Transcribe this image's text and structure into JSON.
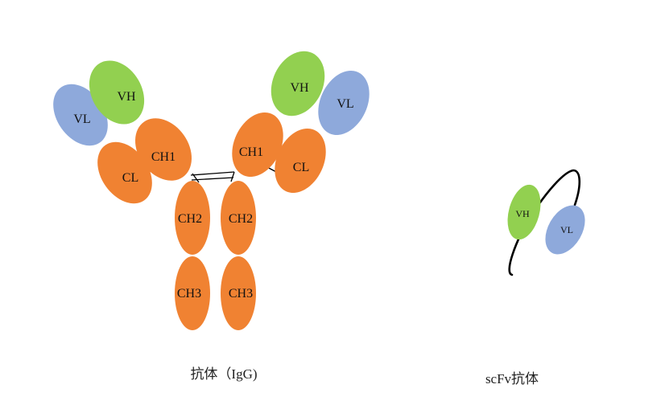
{
  "colors": {
    "heavy_constant": "#F08232",
    "vh": "#92D050",
    "vl": "#8EA9DB",
    "line": "#000000",
    "background": "#FFFFFF"
  },
  "igg": {
    "left_arm": {
      "vl": "VL",
      "vh": "VH",
      "ch1": "CH1",
      "cl": "CL"
    },
    "right_arm": {
      "vh": "VH",
      "vl": "VL",
      "ch1": "CH1",
      "cl": "CL"
    },
    "fc": {
      "ch2_left": "CH2",
      "ch2_right": "CH2",
      "ch3_left": "CH3",
      "ch3_right": "CH3"
    },
    "caption": "抗体（IgG)"
  },
  "scfv": {
    "vh": "VH",
    "vl": "VL",
    "caption": "scFv抗体"
  }
}
